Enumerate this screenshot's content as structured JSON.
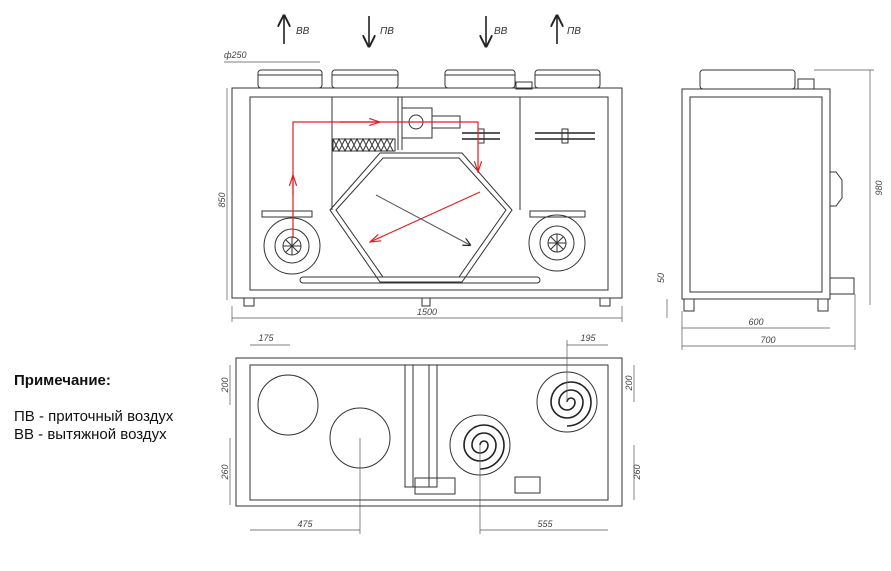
{
  "flow_labels": {
    "exhaust_1": "ВВ",
    "supply_1": "ПВ",
    "exhaust_2": "ВВ",
    "supply_2": "ПВ"
  },
  "dimensions": {
    "duct_diameter": "ф250",
    "front_height": "850",
    "front_width": "1500",
    "side_height": "980",
    "side_leg": "50",
    "side_width_inner": "600",
    "side_width_outer": "700",
    "top_left_offset": "175",
    "top_left_depth": "200",
    "top_left_lower": "260",
    "top_bottom_left": "475",
    "top_bottom_right": "555",
    "top_right_offset": "195",
    "top_right_depth": "200",
    "top_right_lower": "260"
  },
  "notes": {
    "title": "Примечание:",
    "line1": "ПВ - приточный воздух",
    "line2": "ВВ - вытяжной воздух"
  },
  "colors": {
    "airflow": "#e02020",
    "lines": "#333333"
  }
}
